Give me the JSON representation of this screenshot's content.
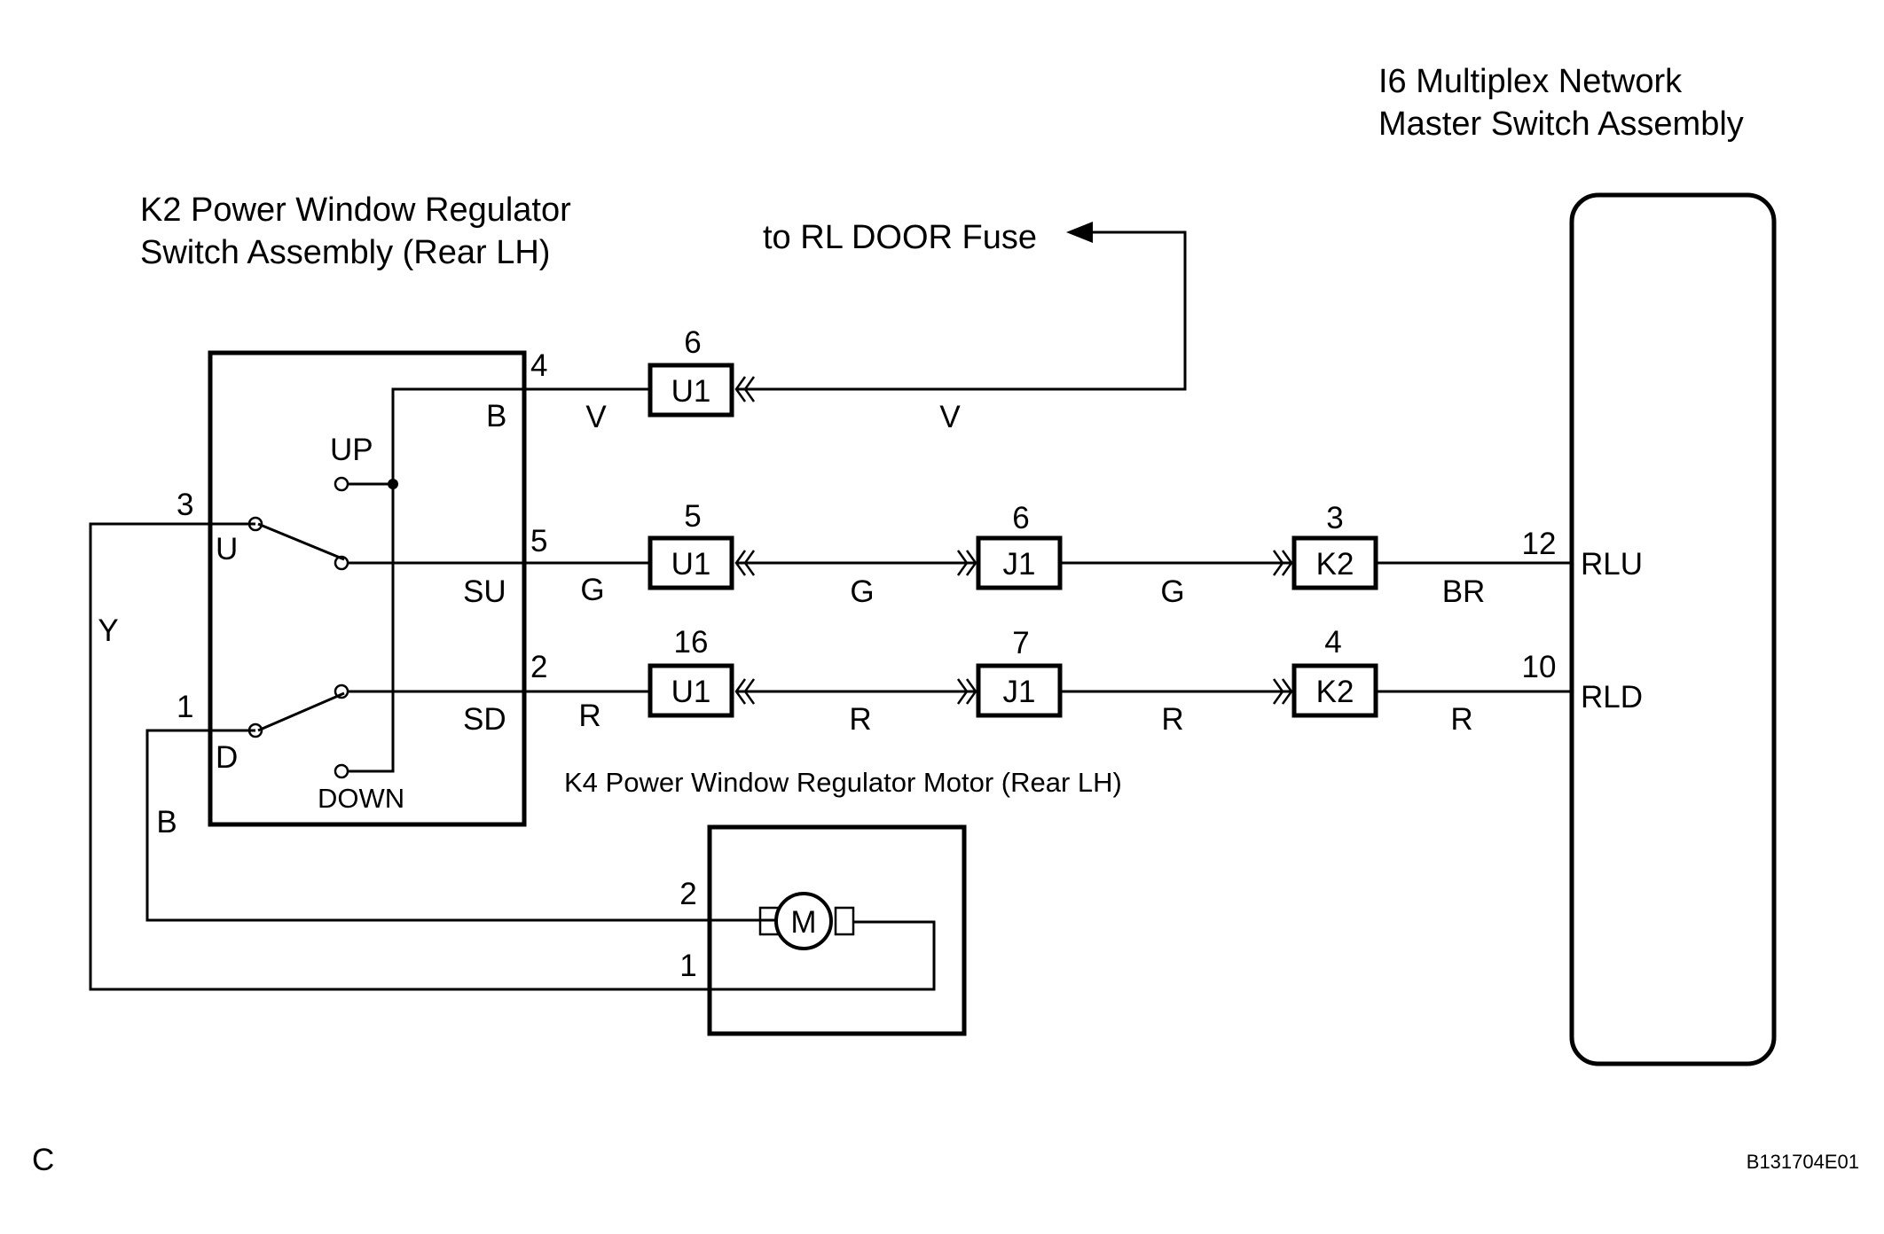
{
  "components": {
    "k2": {
      "title_line1": "K2 Power Window Regulator",
      "title_line2": "Switch Assembly (Rear LH)"
    },
    "i6": {
      "title_line1": "I6 Multiplex Network",
      "title_line2": "Master Switch Assembly"
    },
    "k4": {
      "title": "K4 Power Window Regulator Motor (Rear LH)",
      "motor_symbol": "M"
    }
  },
  "fuse_label": "to RL DOOR Fuse",
  "switch": {
    "up": "UP",
    "down": "DOWN",
    "terminals": {
      "b": "B",
      "su": "SU",
      "sd": "SD",
      "u": "U",
      "d": "D"
    },
    "pins": {
      "p4": "4",
      "p5": "5",
      "p2": "2",
      "p3": "3",
      "p1": "1"
    }
  },
  "motor_pins": {
    "p2": "2",
    "p1": "1"
  },
  "master_pins": {
    "p12": "12",
    "p10": "10",
    "rlu": "RLU",
    "rld": "RLD"
  },
  "connectors": {
    "u1_top": {
      "name": "U1",
      "pin": "6"
    },
    "u1_mid": {
      "name": "U1",
      "pin": "5"
    },
    "j1_mid": {
      "name": "J1",
      "pin": "6"
    },
    "k2_mid": {
      "name": "K2",
      "pin": "3"
    },
    "u1_bot": {
      "name": "U1",
      "pin": "16"
    },
    "j1_bot": {
      "name": "J1",
      "pin": "7"
    },
    "k2_bot": {
      "name": "K2",
      "pin": "4"
    }
  },
  "wire_colors": {
    "v1": "V",
    "v2": "V",
    "g1": "G",
    "g2": "G",
    "g3": "G",
    "br": "BR",
    "r1": "R",
    "r2": "R",
    "r3": "R",
    "r4": "R",
    "y": "Y",
    "b": "B"
  },
  "corner_letter": "C",
  "figure_code": "B131704E01"
}
